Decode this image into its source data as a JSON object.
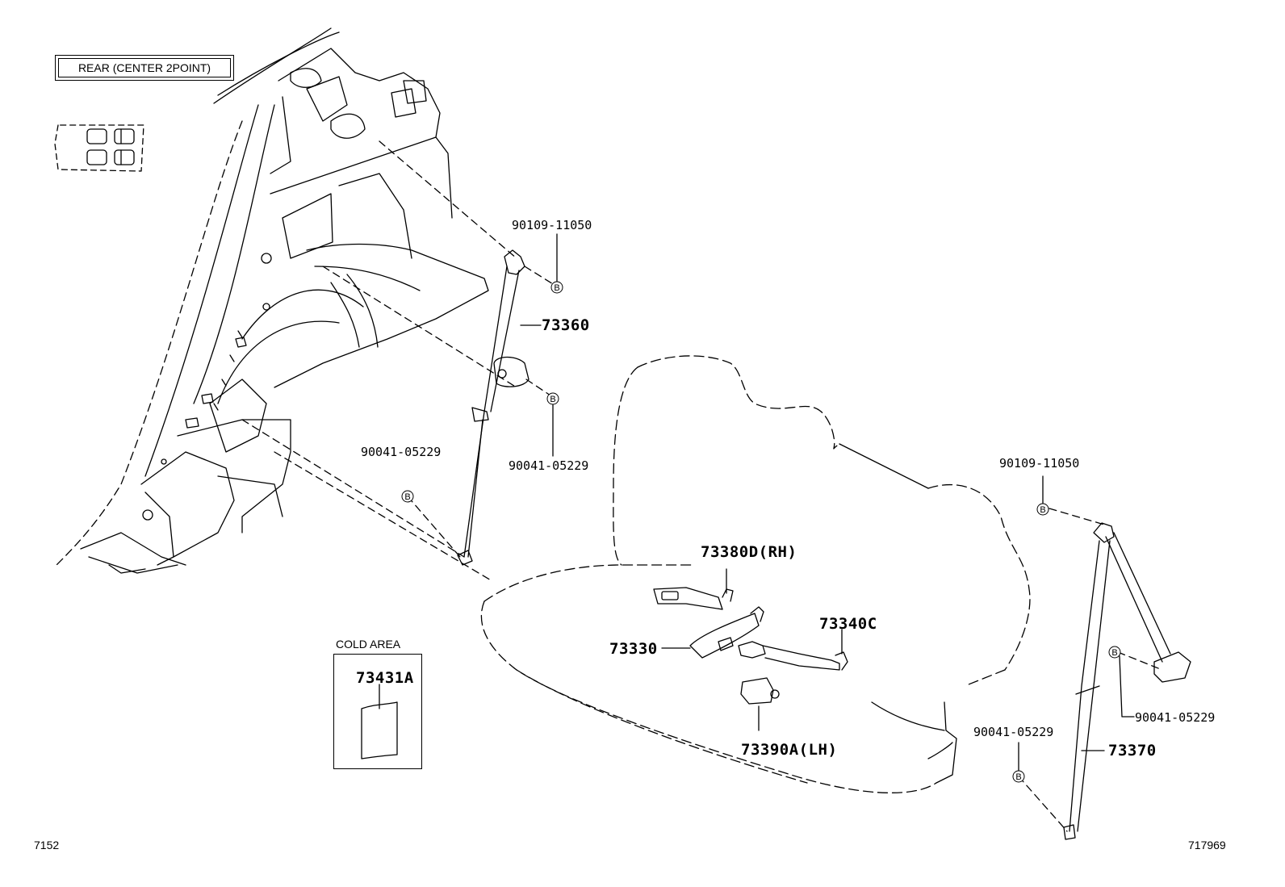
{
  "title_box": "REAR (CENTER 2POINT)",
  "cold_area": {
    "label": "COLD AREA",
    "part": "73431A"
  },
  "parts": {
    "p90109_upper": "90109-11050",
    "p73360": "73360",
    "p90041_a": "90041-05229",
    "p90041_b": "90041-05229",
    "p73380D": "73380D(RH)",
    "p73330": "73330",
    "p73340C": "73340C",
    "p73390A": "73390A(LH)",
    "p90109_right": "90109-11050",
    "p90041_right_upper": "90041-05229",
    "p90041_right_lower": "90041-05229",
    "p73370": "73370"
  },
  "bolt_marker": "B",
  "footer": {
    "left": "7152",
    "right": "717969"
  }
}
